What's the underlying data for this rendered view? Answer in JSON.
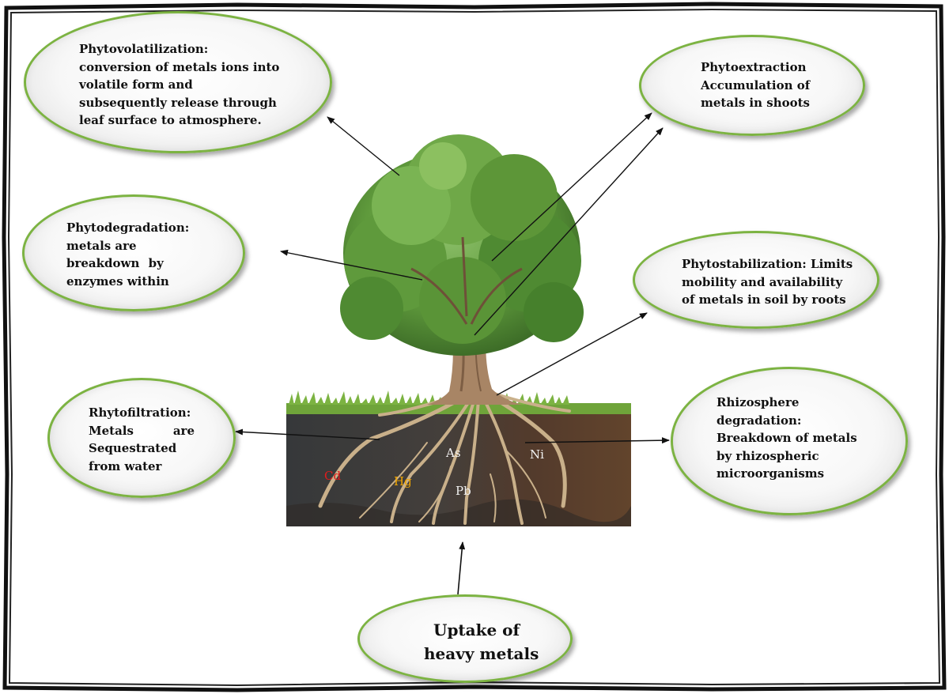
{
  "bubbles": {
    "phytovolatilization": [
      "Phytovolatilization:",
      "conversion of metals ions into",
      "volatile form and",
      "subsequently release through",
      "leaf surface to atmosphere."
    ],
    "phytoextraction": [
      "Phytoextraction",
      "Accumulation of",
      "metals in shoots"
    ],
    "phytodegradation": [
      "Phytodegradation:",
      "metals are",
      "breakdown by",
      "enzymes within"
    ],
    "phytostabilization": [
      "Phytostabilization:  Limits",
      "mobility and availability",
      "of metals in soil by roots"
    ],
    "rhytofiltration": {
      "title": "Rhytofiltration:",
      "line2_left": "Metals",
      "line2_right": "are",
      "line3": "Sequestrated",
      "line4": "from water"
    },
    "rhizosphere": [
      "Rhizosphere",
      "degradation:",
      "Breakdown of metals",
      "by rhizospheric",
      "microorganisms"
    ],
    "uptake": [
      "Uptake of",
      "heavy metals"
    ]
  },
  "metals": {
    "cd": "Cd",
    "hg": "Hg",
    "as": "As",
    "pb": "Pb",
    "ni": "Ni"
  },
  "colors": {
    "ellipse_border": "#7cb342",
    "cd": "#e31b1b",
    "hg": "#f0a500",
    "metal_default": "#f2f2f2"
  }
}
